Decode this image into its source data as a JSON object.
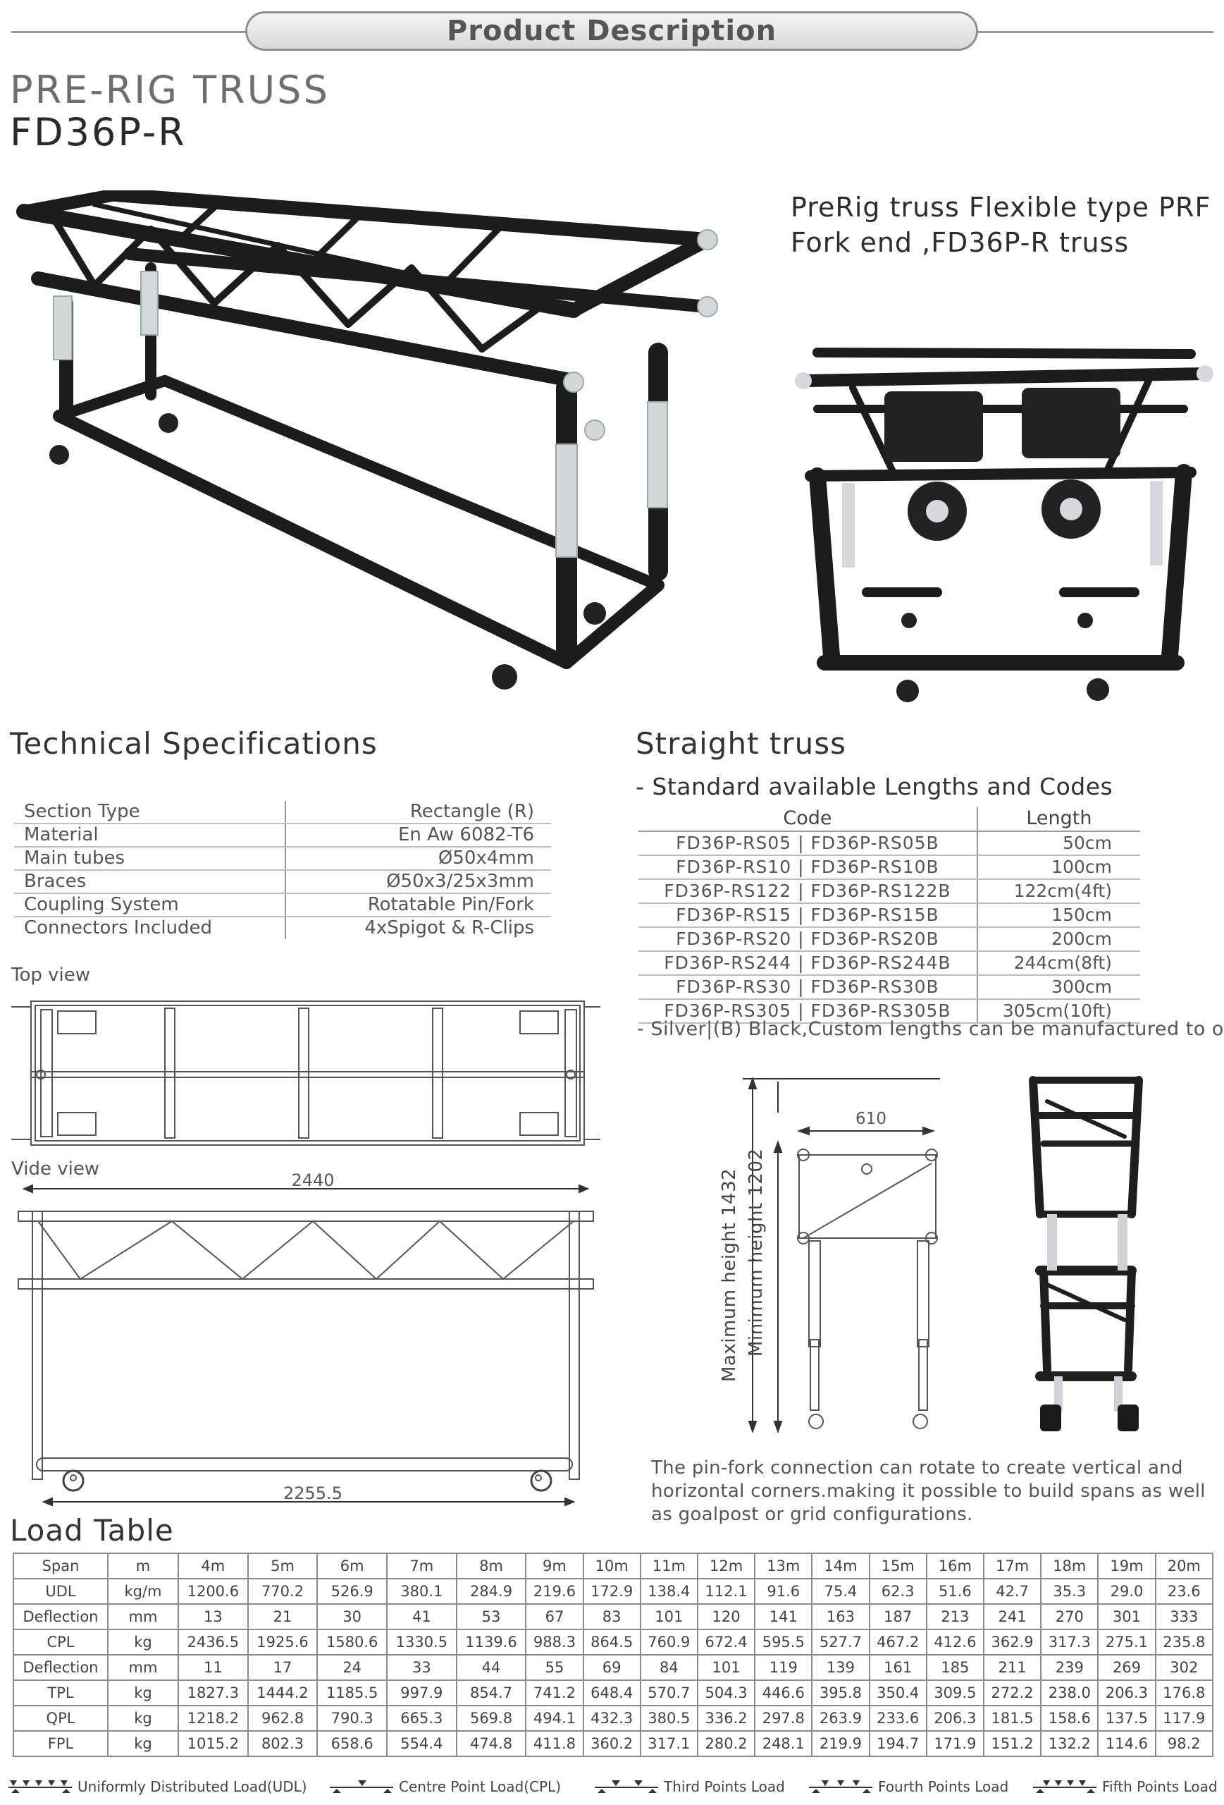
{
  "header": {
    "title": "Product Description"
  },
  "product": {
    "line1": "PRE-RIG TRUSS",
    "line2": "FD36P-R"
  },
  "subtitle": {
    "line1": "PreRig truss Flexible type PRF",
    "line2": "Fork end ,FD36P-R truss"
  },
  "tech": {
    "heading": "Technical Specifications",
    "rows": [
      {
        "label": "Section Type",
        "value": "Rectangle (R)"
      },
      {
        "label": "Material",
        "value": "En Aw 6082-T6"
      },
      {
        "label": "Main tubes",
        "value": "Ø50x4mm"
      },
      {
        "label": "Braces",
        "value": "Ø50x3/25x3mm"
      },
      {
        "label": "Coupling System",
        "value": "Rotatable Pin/Fork"
      },
      {
        "label": "Connectors Included",
        "value": "4xSpigot & R-Clips"
      }
    ]
  },
  "straight": {
    "heading": "Straight truss",
    "subheading": "- Standard available Lengths and Codes",
    "col_code": "Code",
    "col_length": "Length",
    "rows": [
      {
        "code": "FD36P-RS05  |  FD36P-RS05B",
        "length": "50cm"
      },
      {
        "code": "FD36P-RS10  |  FD36P-RS10B",
        "length": "100cm"
      },
      {
        "code": "FD36P-RS122 | FD36P-RS122B",
        "length": "122cm(4ft)"
      },
      {
        "code": "FD36P-RS15  |  FD36P-RS15B",
        "length": "150cm"
      },
      {
        "code": "FD36P-RS20  |  FD36P-RS20B",
        "length": "200cm"
      },
      {
        "code": "FD36P-RS244 | FD36P-RS244B",
        "length": "244cm(8ft)"
      },
      {
        "code": "FD36P-RS30  |  FD36P-RS30B",
        "length": "300cm"
      },
      {
        "code": "FD36P-RS305 | FD36P-RS305B",
        "length": "305cm(10ft)"
      }
    ],
    "note": "- Silver|(B) Black,Custom lengths can be manufactured to order."
  },
  "views": {
    "top": "Top view",
    "side": "Vide view",
    "dim_top": "2440",
    "dim_bottom": "2255.5"
  },
  "end_view": {
    "width": "610",
    "max_height": "Maximum height 1432",
    "min_height": "Minimum height 1202"
  },
  "description": "The pin-fork connection can rotate to create vertical and horizontal corners.making it possible to build spans as well as goalpost or grid configurations.",
  "load_table": {
    "heading": "Load Table",
    "header": [
      "Span",
      "m",
      "4m",
      "5m",
      "6m",
      "7m",
      "8m",
      "9m",
      "10m",
      "11m",
      "12m",
      "13m",
      "14m",
      "15m",
      "16m",
      "17m",
      "18m",
      "19m",
      "20m"
    ],
    "rows": [
      [
        "UDL",
        "kg/m",
        "1200.6",
        "770.2",
        "526.9",
        "380.1",
        "284.9",
        "219.6",
        "172.9",
        "138.4",
        "112.1",
        "91.6",
        "75.4",
        "62.3",
        "51.6",
        "42.7",
        "35.3",
        "29.0",
        "23.6"
      ],
      [
        "Deflection",
        "mm",
        "13",
        "21",
        "30",
        "41",
        "53",
        "67",
        "83",
        "101",
        "120",
        "141",
        "163",
        "187",
        "213",
        "241",
        "270",
        "301",
        "333"
      ],
      [
        "CPL",
        "kg",
        "2436.5",
        "1925.6",
        "1580.6",
        "1330.5",
        "1139.6",
        "988.3",
        "864.5",
        "760.9",
        "672.4",
        "595.5",
        "527.7",
        "467.2",
        "412.6",
        "362.9",
        "317.3",
        "275.1",
        "235.8"
      ],
      [
        "Deflection",
        "mm",
        "11",
        "17",
        "24",
        "33",
        "44",
        "55",
        "69",
        "84",
        "101",
        "119",
        "139",
        "161",
        "185",
        "211",
        "239",
        "269",
        "302"
      ],
      [
        "TPL",
        "kg",
        "1827.3",
        "1444.2",
        "1185.5",
        "997.9",
        "854.7",
        "741.2",
        "648.4",
        "570.7",
        "504.3",
        "446.6",
        "395.8",
        "350.4",
        "309.5",
        "272.2",
        "238.0",
        "206.3",
        "176.8"
      ],
      [
        "QPL",
        "kg",
        "1218.2",
        "962.8",
        "790.3",
        "665.3",
        "569.8",
        "494.1",
        "432.3",
        "380.5",
        "336.2",
        "297.8",
        "263.9",
        "233.6",
        "206.3",
        "181.5",
        "158.6",
        "137.5",
        "117.9"
      ],
      [
        "FPL",
        "kg",
        "1015.2",
        "802.3",
        "658.6",
        "554.4",
        "474.8",
        "411.8",
        "360.2",
        "317.1",
        "280.2",
        "248.1",
        "219.9",
        "194.7",
        "171.9",
        "151.2",
        "132.2",
        "114.6",
        "98.2"
      ]
    ]
  },
  "legend": {
    "udl": "Uniformly Distributed Load(UDL)",
    "cpl": "Centre Point Load(CPL)",
    "tpl": "Third Points Load",
    "qpl": "Fourth Points Load",
    "fpl": "Fifth Points Load"
  }
}
